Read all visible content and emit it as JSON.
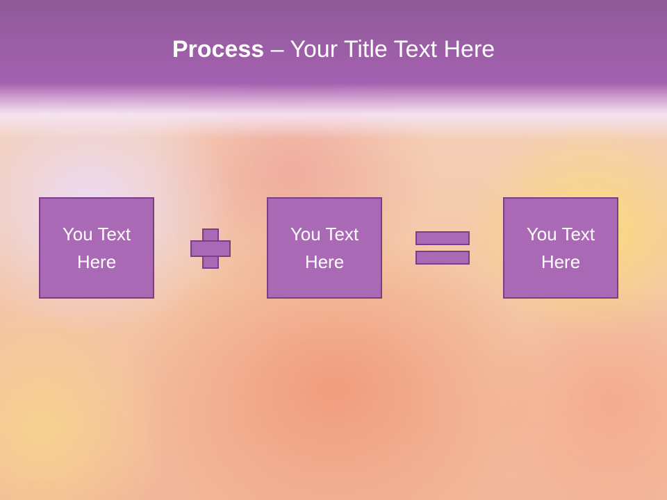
{
  "title": {
    "bold": "Process",
    "rest": " – Your Title Text Here"
  },
  "boxes": [
    {
      "label": "You Text Here"
    },
    {
      "label": "You Text Here"
    },
    {
      "label": "You Text Here"
    }
  ],
  "operators": [
    "plus-icon",
    "equals-icon"
  ],
  "colors": {
    "header": "#a561b0",
    "box_fill": "#a969b5",
    "box_border": "#7a3d86",
    "text": "#ffffff"
  }
}
